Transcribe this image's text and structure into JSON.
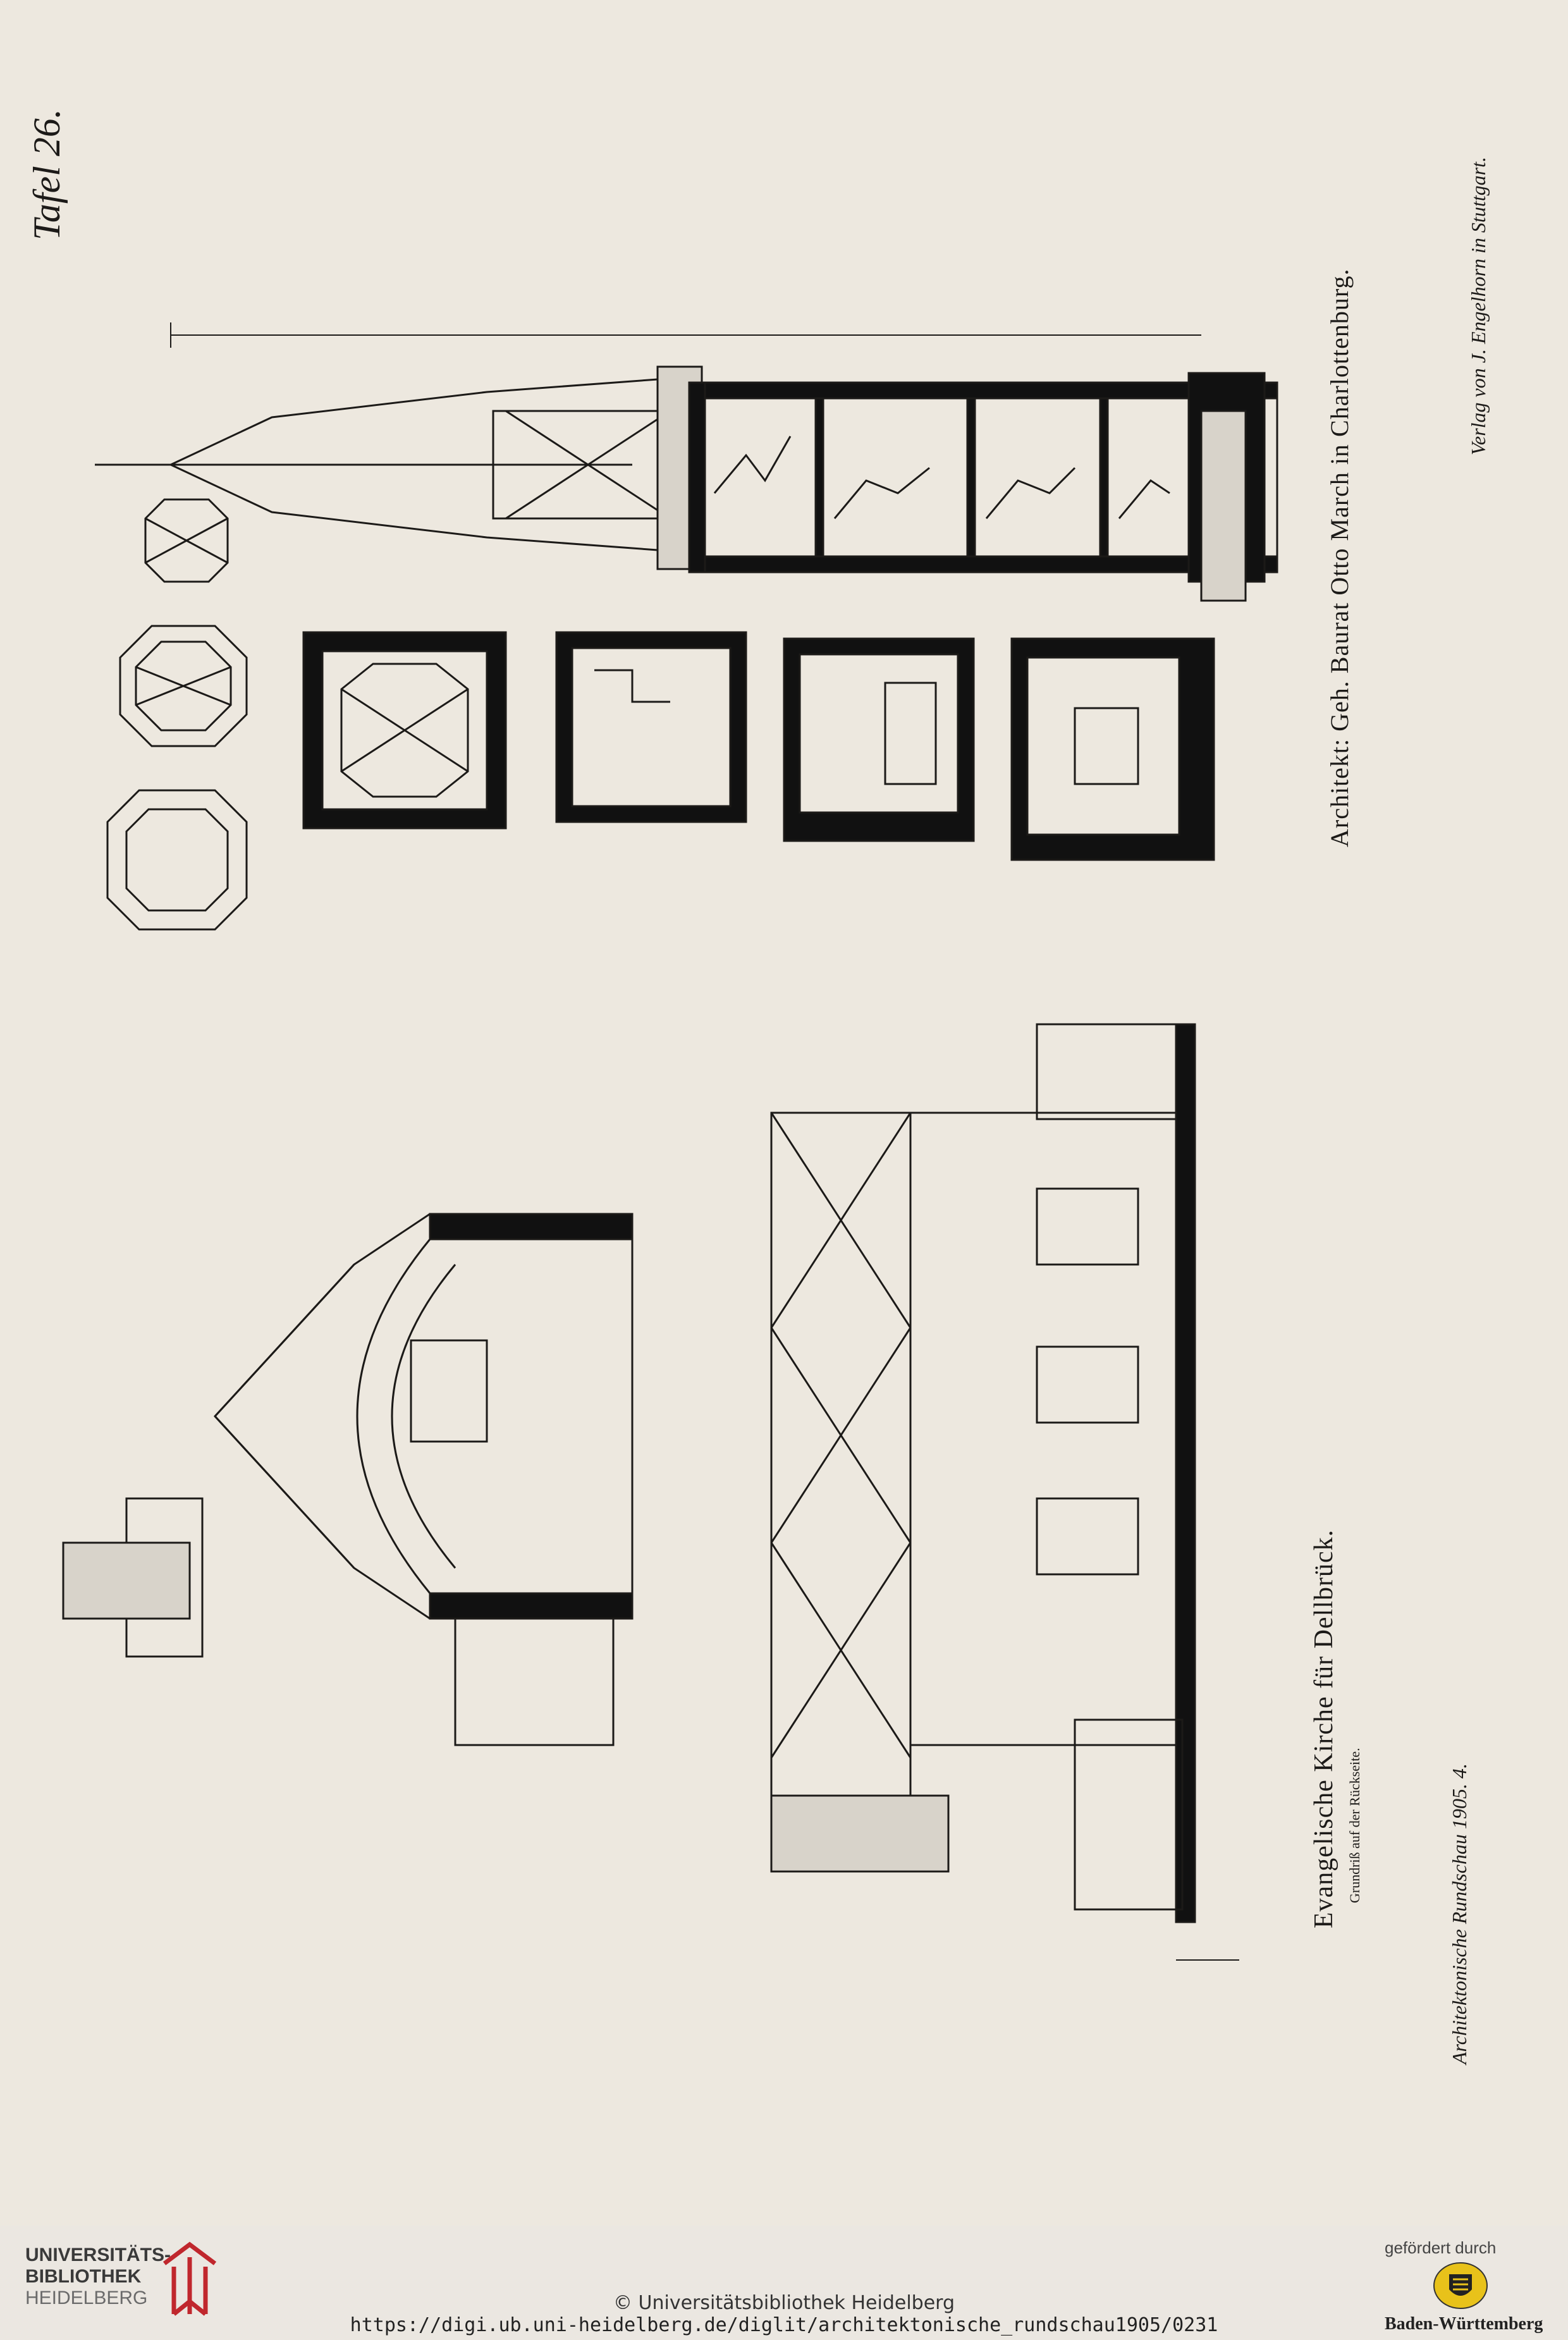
{
  "plate": {
    "tafel": "Tafel 26.",
    "title": "Evangelische Kirche für Dellbrück.",
    "subtitle": "Grundriß auf der Rückseite.",
    "architect": "Architekt: Geh. Baurat Otto March in Charlottenburg.",
    "publisher": "Verlag von J. Engelhorn in Stuttgart.",
    "journal": "Architektonische Rundschau 1905. 4."
  },
  "footer": {
    "library_line1": "UNIVERSITÄTS-",
    "library_line2": "BIBLIOTHEK",
    "library_line3": "HEIDELBERG",
    "copyright": "© Universitätsbibliothek Heidelberg",
    "url": "https://digi.ub.uni-heidelberg.de/diglit/architektonische_rundschau1905/0231",
    "sponsor_label": "gefördert durch",
    "sponsor_name": "Baden-Württemberg"
  },
  "colors": {
    "paper": "#ede8df",
    "ink": "#1c1a18",
    "logo_red": "#c0272d",
    "emblem_gold": "#e8c21a"
  },
  "icons": [
    "university-library-logo",
    "baden-wuerttemberg-emblem"
  ]
}
